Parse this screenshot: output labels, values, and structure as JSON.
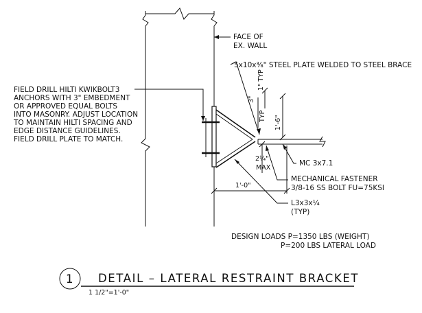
{
  "notes": {
    "face_of_wall": [
      "FACE OF",
      "EX. WALL"
    ],
    "plate": "5x10x⅜\" STEEL PLATE WELDED TO STEEL BRACE",
    "anchors": [
      "FIELD DRILL HILTI KWIKBOLT3",
      "ANCHORS WITH 3\" EMBEDMENT",
      "OR APPROVED EQUAL BOLTS",
      "INTO MASONRY. ADJUST LOCATION",
      "TO MAINTAIN HILTI  SPACING AND",
      "EDGE DISTANCE GUIDELINES.",
      "FIELD DRILL PLATE TO MATCH."
    ],
    "channel": "MC 3x7.1",
    "fastener": [
      "MECHANICAL FASTENER",
      "3/8-16 SS BOLT FU=75KSI"
    ],
    "angle": [
      "L3x3x¼",
      "(TYP)"
    ],
    "design_loads": [
      "DESIGN LOADS P=1350 LBS (WEIGHT)",
      "P=200 LBS LATERAL LOAD"
    ]
  },
  "dimensions": {
    "one_typ": "1\" TYP",
    "three_typ": "3\"",
    "typ": "TYP",
    "one_six": "1'-6\"",
    "two_quarter": "2¼\"",
    "max": "MAX",
    "one_zero": "1'-0\""
  },
  "title": {
    "number": "1",
    "text": "DETAIL – LATERAL RESTRAINT BRACKET",
    "scale": "1 1/2\"=1'-0\""
  }
}
